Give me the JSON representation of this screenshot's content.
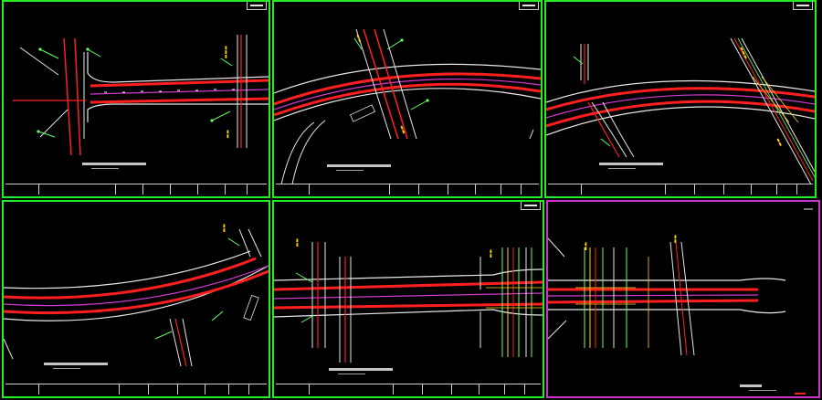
{
  "sheets": [
    {
      "id": "sheet-1",
      "border": "#22ee22"
    },
    {
      "id": "sheet-2",
      "border": "#22ee22"
    },
    {
      "id": "sheet-3",
      "border": "#22ee22"
    },
    {
      "id": "sheet-4",
      "border": "#22ee22"
    },
    {
      "id": "sheet-5",
      "border": "#22ee22"
    },
    {
      "id": "sheet-6",
      "border": "#cc33cc"
    }
  ],
  "colors": {
    "road_edge": "#e8e8e8",
    "lane_red": "#ff1f1f",
    "centerline": "#d13bd1",
    "label_green": "#66ff66",
    "accent_yellow": "#ffd21a",
    "title_gray": "#cfcfcf"
  },
  "icons": [
    "callout-leader-icon",
    "north-arrow-icon",
    "title-stamp-icon"
  ]
}
